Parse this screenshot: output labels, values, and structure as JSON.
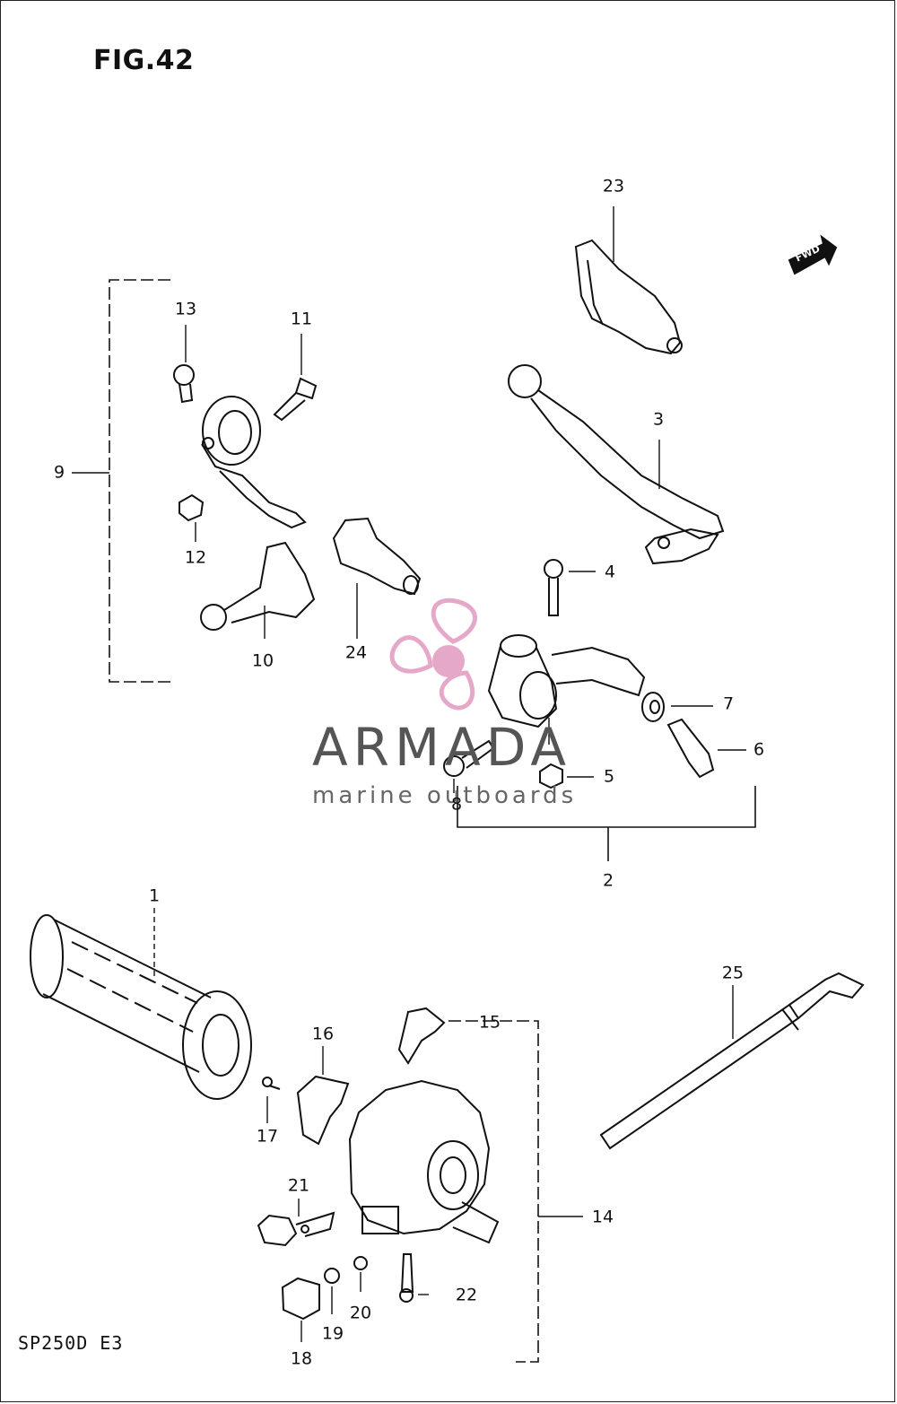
{
  "figure": {
    "title": "FIG.42",
    "model": "SP250D E3"
  },
  "direction_marker": {
    "label": "FWD"
  },
  "watermark": {
    "name": "ARMADA",
    "subtitle": "marine outboards",
    "accent_color": "#e6a8c9",
    "text_color": "#555555"
  },
  "callouts": {
    "c1": "1",
    "c2": "2",
    "c3": "3",
    "c4": "4",
    "c5": "5",
    "c6": "6",
    "c7": "7",
    "c8": "8",
    "c9": "9",
    "c10": "10",
    "c11": "11",
    "c12": "12",
    "c13": "13",
    "c14": "14",
    "c15": "15",
    "c16": "16",
    "c17": "17",
    "c18": "18",
    "c19": "19",
    "c20": "20",
    "c21": "21",
    "c22": "22",
    "c23": "23",
    "c24": "24",
    "c25": "25"
  }
}
